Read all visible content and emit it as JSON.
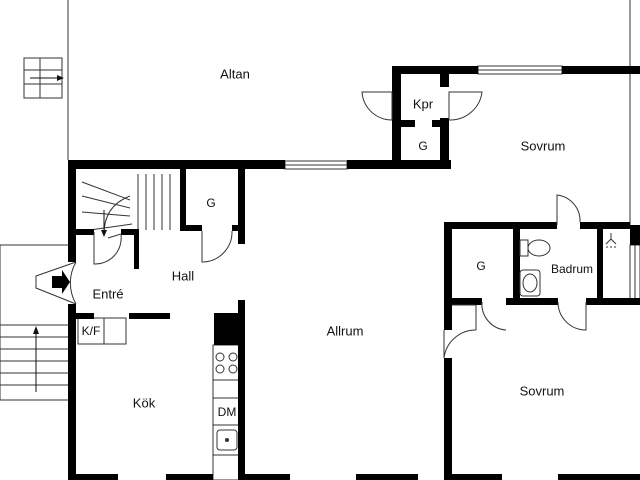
{
  "rooms": {
    "altan": "Altan",
    "kpr": "Kpr",
    "g_kpr": "G",
    "sovrum_upper": "Sovrum",
    "g_hall": "G",
    "hall": "Hall",
    "entre": "Entré",
    "kf": "K/F",
    "allrum": "Allrum",
    "g_bath": "G",
    "badrum": "Badrum",
    "sovrum_lower": "Sovrum",
    "kok": "Kök",
    "dm": "DM"
  },
  "icons": [
    "entrance-arrow-icon",
    "stair-arrow-icon",
    "toilet-icon",
    "sink-icon",
    "shower-icon",
    "stove-icon",
    "kitchen-sink-icon"
  ],
  "colors": {
    "wall": "#000000",
    "line": "#333333",
    "background": "#ffffff"
  }
}
